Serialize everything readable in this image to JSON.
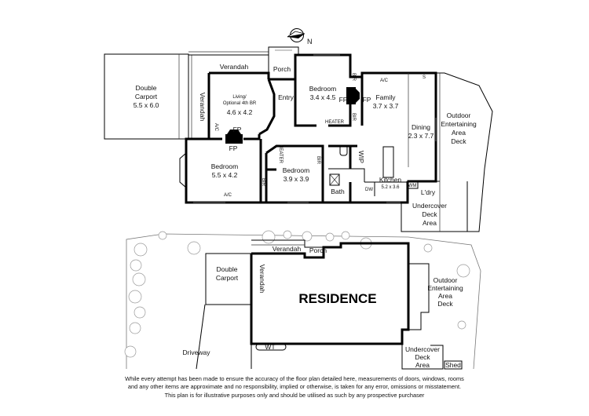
{
  "compass": {
    "north_label": "N"
  },
  "floor_plan": {
    "rooms": {
      "double_carport": {
        "name_line1": "Double",
        "name_line2": "Carport",
        "dims": "5.5 x 6.0"
      },
      "verandah_top": {
        "name": "Verandah"
      },
      "verandah_side": {
        "name": "Verandah"
      },
      "porch": {
        "name": "Porch"
      },
      "living": {
        "name_line1": "Living/",
        "name_line2": "Optional 4th BR",
        "dims": "4.6 x 4.2"
      },
      "entry": {
        "name": "Entry"
      },
      "bedroom_front": {
        "name": "Bedroom",
        "dims": "3.4 x 4.5"
      },
      "family": {
        "name": "Family",
        "dims": "3.7 x 3.7"
      },
      "dining": {
        "name": "Dining",
        "dims": "2.3 x 7.7"
      },
      "outdoor": {
        "line1": "Outdoor",
        "line2": "Entertaining",
        "line3": "Area",
        "line4": "Deck"
      },
      "bedroom_main": {
        "name": "Bedroom",
        "dims": "5.5 x 4.2"
      },
      "bedroom_mid": {
        "name": "Bedroom",
        "dims": "3.9 x 3.9"
      },
      "kitchen": {
        "name": "Kitchen",
        "dims": "5.2 x 3.6"
      },
      "bath": {
        "name": "Bath"
      },
      "laundry": {
        "name": "L'dry"
      },
      "undercover": {
        "line1": "Undercover",
        "line2": "Deck",
        "line3": "Area"
      }
    },
    "fixtures": {
      "fp": "FP",
      "bir": "BIR",
      "ac": "A/C",
      "heater": "HEATER",
      "wip": "WIP",
      "dw": "DW",
      "wm": "WM",
      "s": "S"
    }
  },
  "site_plan": {
    "residence": "RESIDENCE",
    "double_carport_line1": "Double",
    "double_carport_line2": "Carport",
    "verandah_top": "Verandah",
    "verandah_side": "Verandah",
    "porch": "Porch",
    "outdoor_line1": "Outdoor",
    "outdoor_line2": "Entertaining",
    "outdoor_line3": "Area",
    "outdoor_line4": "Deck",
    "driveway": "Driveway",
    "wt": "WT",
    "undercover_line1": "Undercover",
    "undercover_line2": "Deck",
    "undercover_line3": "Area",
    "shed": "Shed"
  },
  "disclaimer": {
    "line1": "While every attempt has been made to ensure the accuracy of the floor plan detailed here, measurements of doors, windows, rooms",
    "line2": "and any other items are approximate and no responsibility, implied or otherwise, is taken for any error, omissions or misstatement.",
    "line3": "This plan is for illustrative purposes only and should be utilised as such by any prospective purchaser"
  }
}
